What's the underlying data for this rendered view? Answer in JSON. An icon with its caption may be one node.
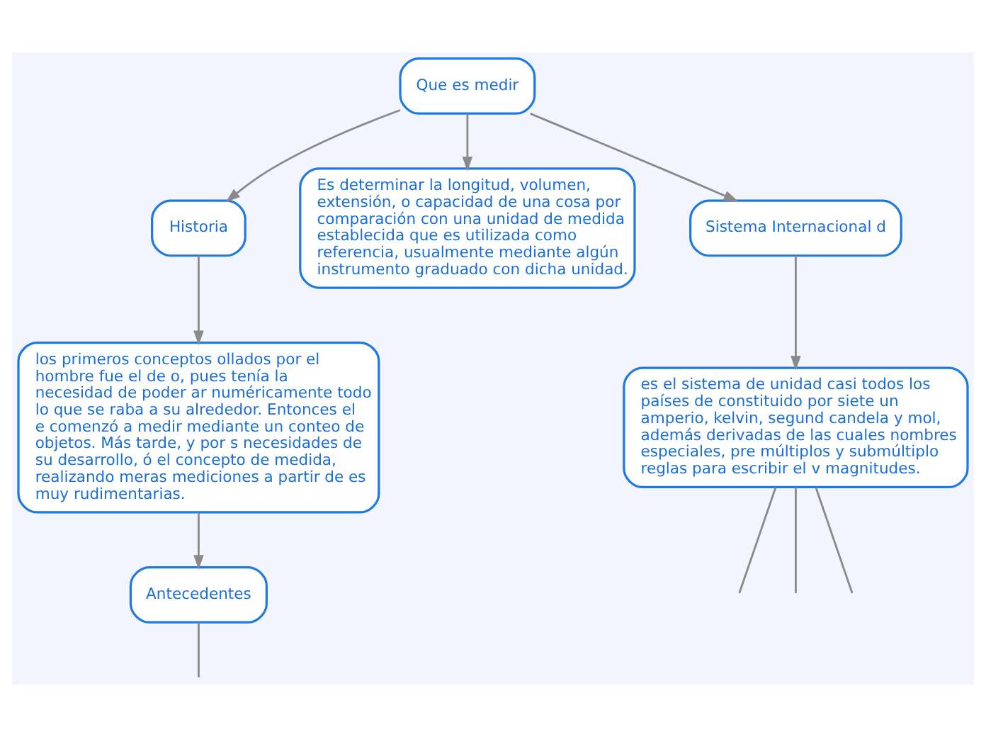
{
  "diagram": {
    "nodes": [
      {
        "text": [
          "Que es medir"
        ]
      },
      {
        "text": [
          "Historia"
        ]
      },
      {
        "text": [
          "Es determinar la longitud, volumen, extensión, o capacidad de una cosa por comparación con una unidad de medida establecida que es utilizada como referencia, usualmente mediante algún instrumento graduado con dicha unidad."
        ]
      },
      {
        "text": [
          "Sistema Internacional d"
        ]
      },
      {
        "text": [
          "los primeros conceptos ollados por el hombre fue el de o, pues tenía la necesidad de poder ar numéricamente todo lo que se raba a su alrededor. Entonces el e comenzó a medir mediante un conteo de objetos. Más tarde, y por s necesidades de su desarrollo, ó el concepto de medida, realizando meras mediciones a partir de es muy rudimentarias."
        ]
      },
      {
        "text": [
          "Antecedentes"
        ]
      },
      {
        "text": [
          "es el sistema de unidad casi todos los países de constituido por siete un amperio, kelvin, segund candela y mol, además derivadas de las cuales nombres especiales, pre múltiplos y submúltiplo reglas para escribir el v magnitudes."
        ]
      }
    ],
    "edges": [
      {
        "from": 0,
        "to": 1,
        "arrow": "to"
      },
      {
        "from": 0,
        "to": 2,
        "arrow": "to"
      },
      {
        "from": 0,
        "to": 3,
        "arrow": "to"
      },
      {
        "from": 1,
        "to": 4,
        "arrow": "to"
      },
      {
        "from": 4,
        "to": 5,
        "arrow": "to"
      },
      {
        "from": 3,
        "to": 6,
        "arrow": "to"
      },
      {
        "from": 5,
        "to": null,
        "arrow": "none"
      },
      {
        "from": 6,
        "to": null,
        "arrow": "none"
      },
      {
        "from": 6,
        "to": null,
        "arrow": "none"
      },
      {
        "from": 6,
        "to": null,
        "arrow": "none"
      }
    ]
  }
}
